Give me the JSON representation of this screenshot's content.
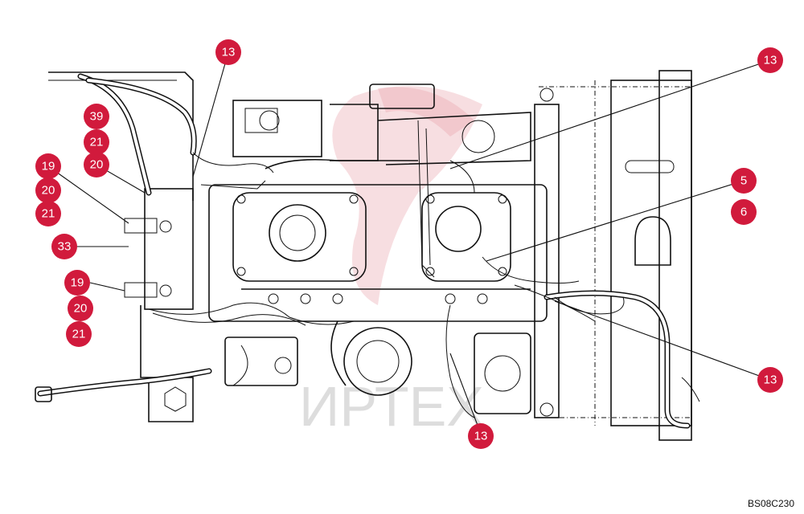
{
  "watermark_text": "ИРТЕХ",
  "drawing_code": "BS08C230",
  "callout_color": "#d11a3c",
  "callouts": [
    {
      "label": "13"
    },
    {
      "label": "13"
    },
    {
      "label": "39"
    },
    {
      "label": "21"
    },
    {
      "label": "19"
    },
    {
      "label": "20"
    },
    {
      "label": "20"
    },
    {
      "label": "21"
    },
    {
      "label": "5"
    },
    {
      "label": "6"
    },
    {
      "label": "33"
    },
    {
      "label": "19"
    },
    {
      "label": "20"
    },
    {
      "label": "21"
    },
    {
      "label": "13"
    },
    {
      "label": "13"
    }
  ]
}
